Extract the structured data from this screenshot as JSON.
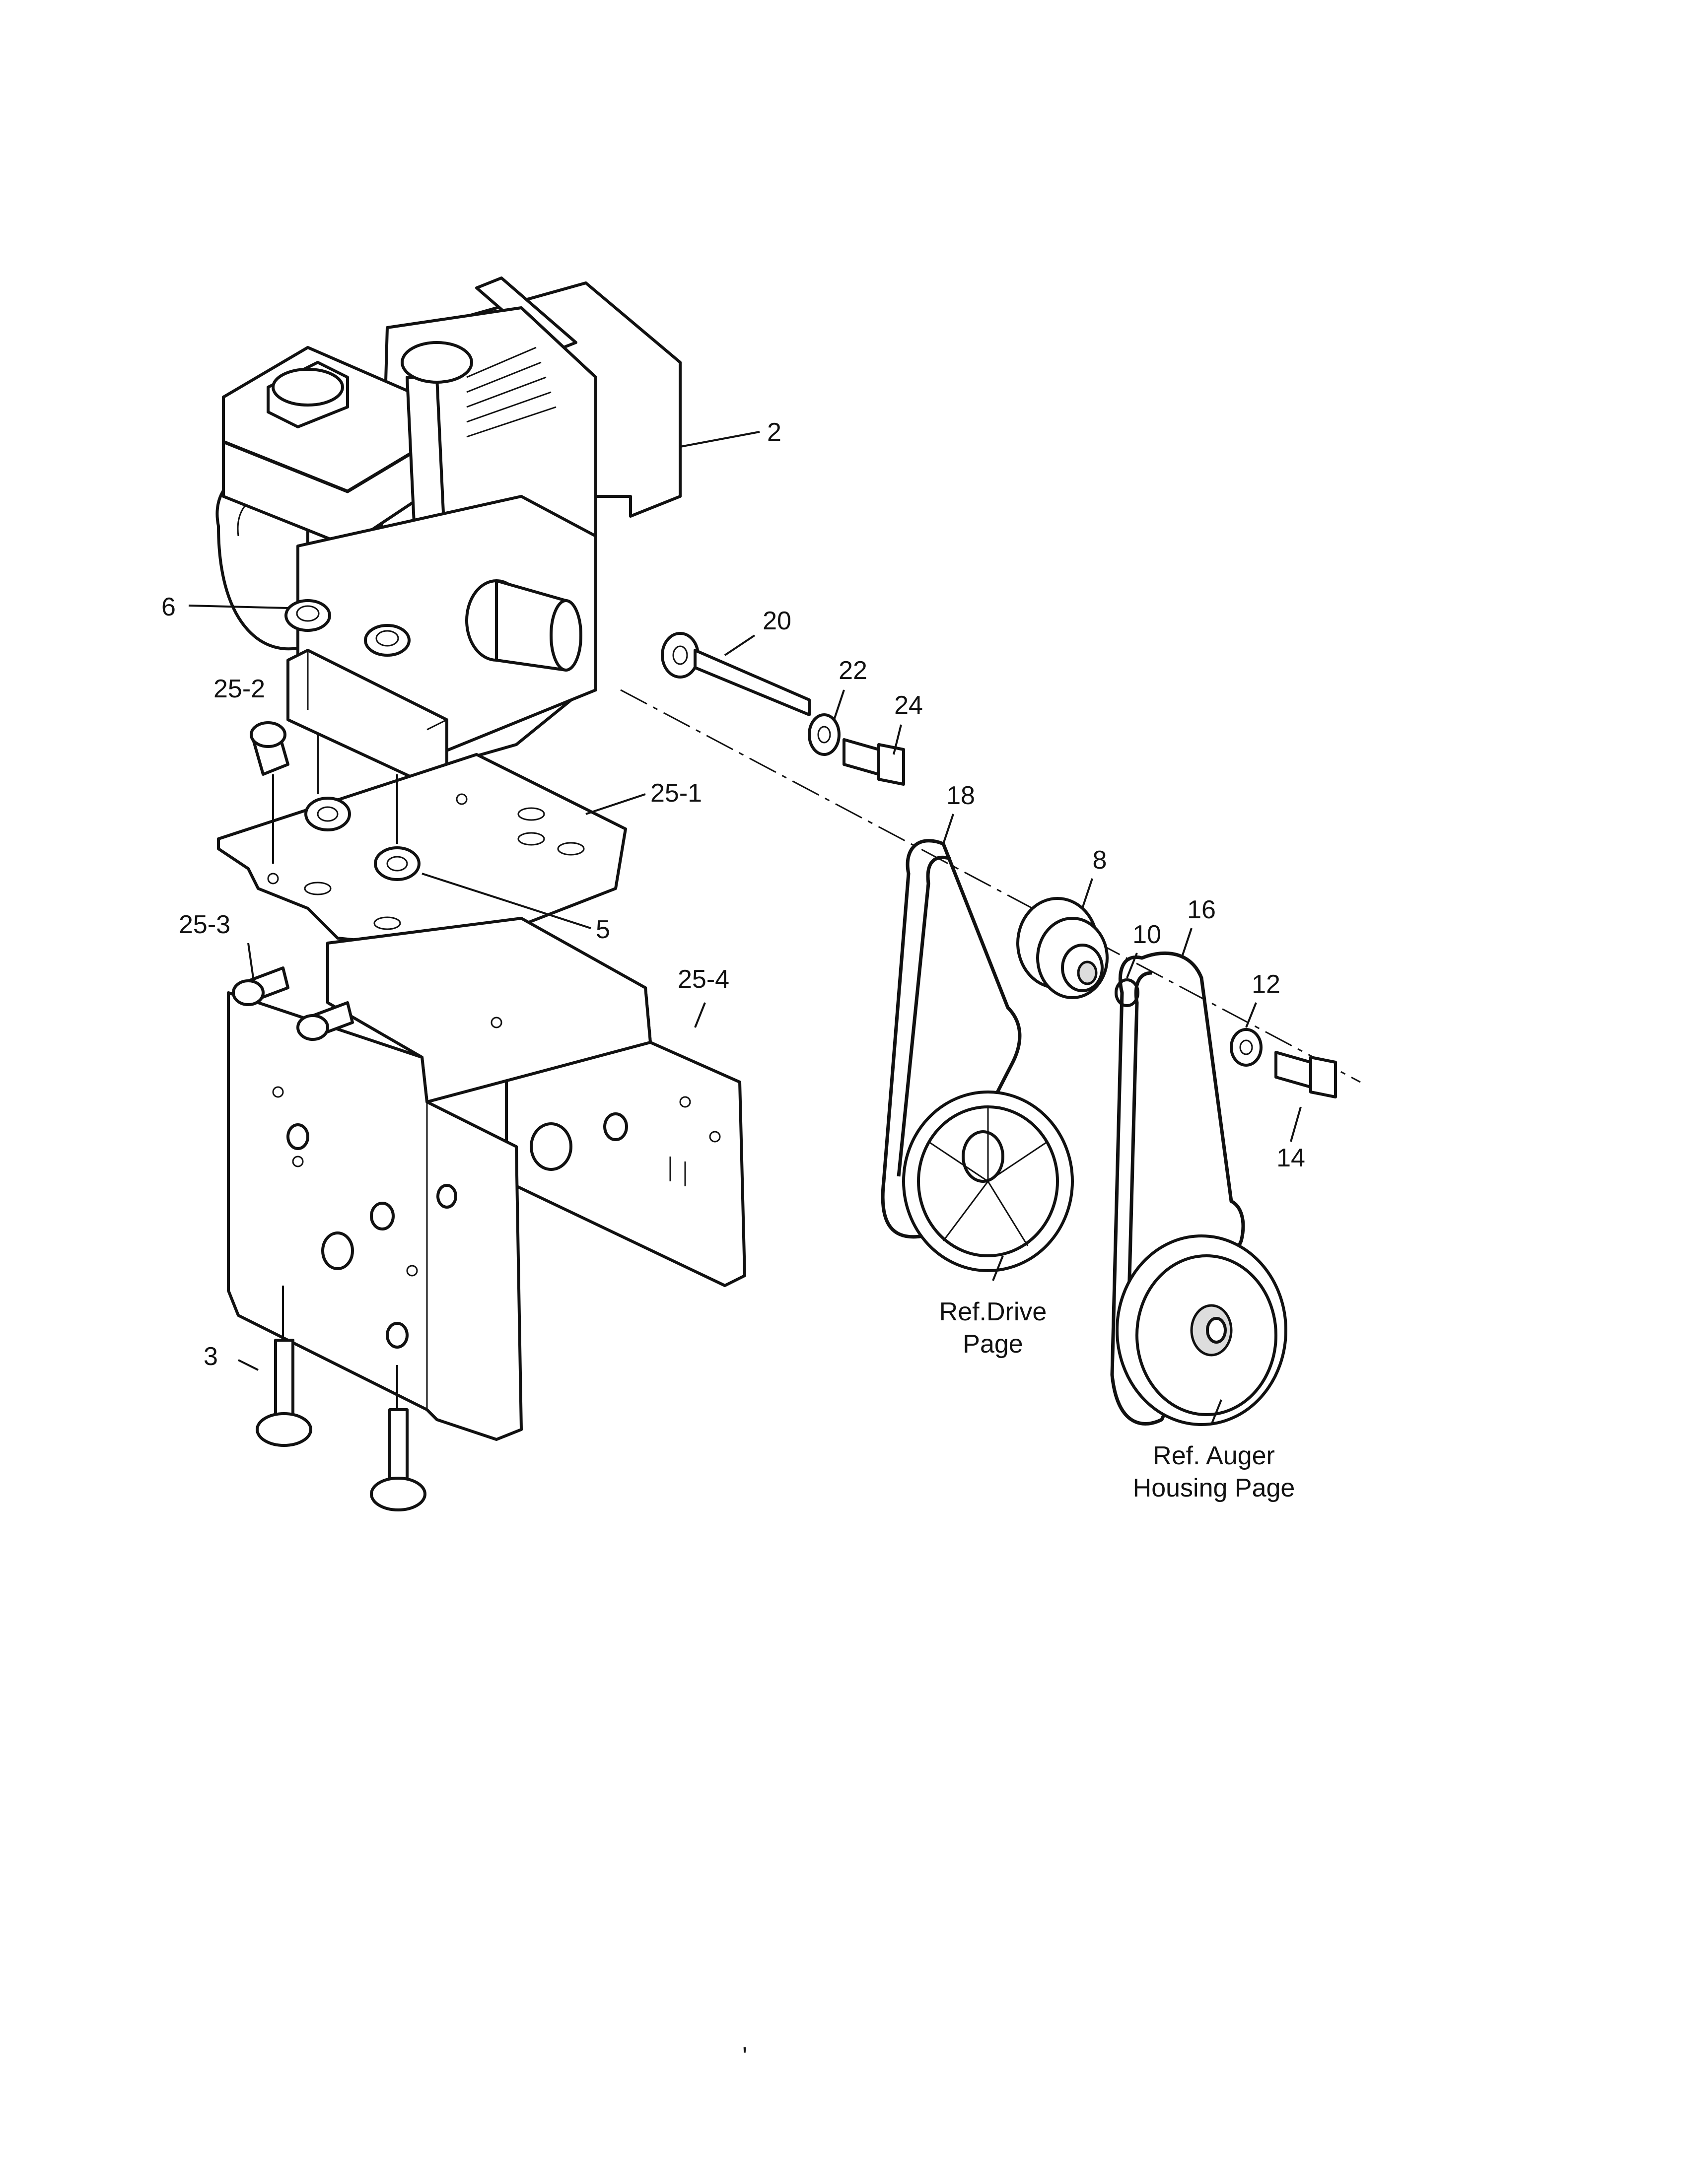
{
  "callouts": {
    "c2": "2",
    "c3": "3",
    "c5": "5",
    "c6": "6",
    "c8": "8",
    "c10": "10",
    "c12": "12",
    "c14": "14",
    "c16": "16",
    "c18": "18",
    "c20": "20",
    "c22": "22",
    "c24": "24",
    "c25_1": "25-1",
    "c25_2": "25-2",
    "c25_3": "25-3",
    "c25_4": "25-4"
  },
  "references": {
    "drive_line1": "Ref.Drive",
    "drive_line2": "Page",
    "auger_line1": "Ref. Auger",
    "auger_line2": "Housing Page"
  },
  "footer_mark": "'"
}
